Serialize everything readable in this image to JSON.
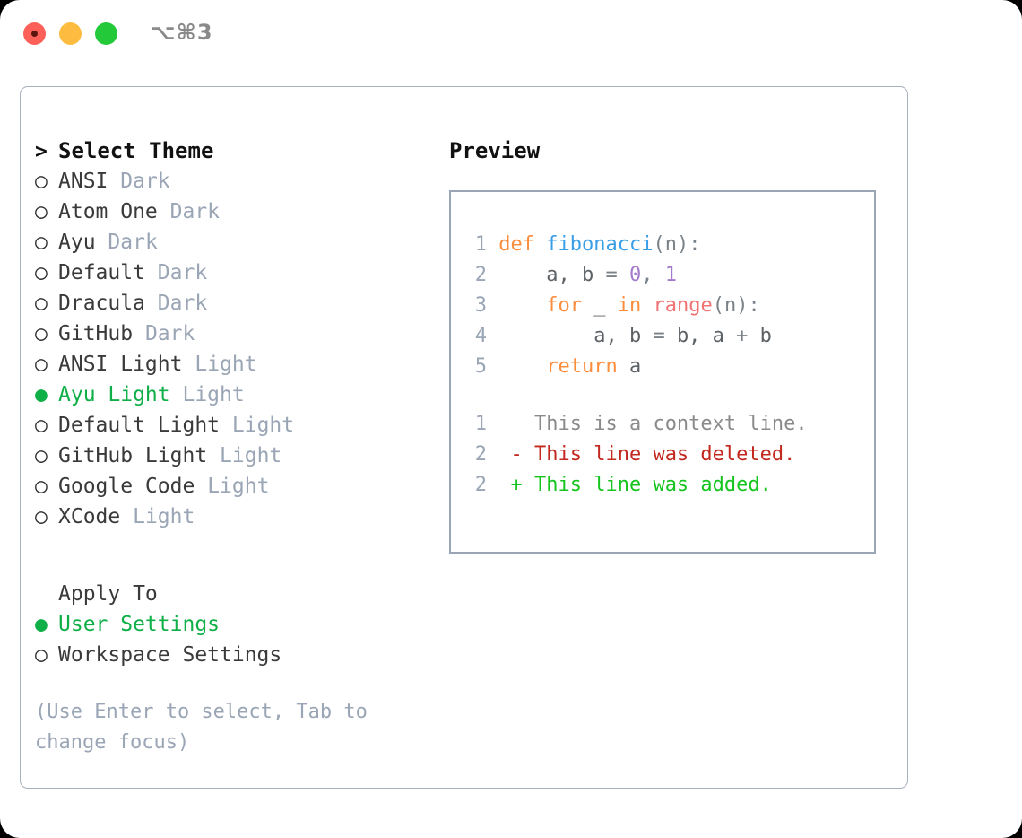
{
  "titlebar": {
    "shortcut": "⌥⌘3",
    "buttons": [
      {
        "name": "close",
        "color": "#FC6058"
      },
      {
        "name": "minimize",
        "color": "#FDBC40"
      },
      {
        "name": "maximize",
        "color": "#23C939"
      }
    ]
  },
  "theme_section": {
    "heading": "Select Theme",
    "heading_marker": ">",
    "items": [
      {
        "marker": "○",
        "name": "ANSI",
        "variant": "Dark",
        "selected": false
      },
      {
        "marker": "○",
        "name": "Atom One",
        "variant": "Dark",
        "selected": false
      },
      {
        "marker": "○",
        "name": "Ayu",
        "variant": "Dark",
        "selected": false
      },
      {
        "marker": "○",
        "name": "Default",
        "variant": "Dark",
        "selected": false
      },
      {
        "marker": "○",
        "name": "Dracula",
        "variant": "Dark",
        "selected": false
      },
      {
        "marker": "○",
        "name": "GitHub",
        "variant": "Dark",
        "selected": false
      },
      {
        "marker": "○",
        "name": "ANSI Light",
        "variant": "Light",
        "selected": false
      },
      {
        "marker": "●",
        "name": "Ayu Light",
        "variant": "Light",
        "selected": true
      },
      {
        "marker": "○",
        "name": "Default Light",
        "variant": "Light",
        "selected": false
      },
      {
        "marker": "○",
        "name": "GitHub Light",
        "variant": "Light",
        "selected": false
      },
      {
        "marker": "○",
        "name": "Google Code",
        "variant": "Light",
        "selected": false
      },
      {
        "marker": "○",
        "name": "XCode",
        "variant": "Light",
        "selected": false
      }
    ]
  },
  "apply_section": {
    "heading": "Apply To",
    "items": [
      {
        "marker": "●",
        "name": "User Settings",
        "selected": true
      },
      {
        "marker": "○",
        "name": "Workspace Settings",
        "selected": false
      }
    ]
  },
  "hint": "(Use Enter to select, Tab to change focus)",
  "preview": {
    "title": "Preview",
    "code_lines": [
      {
        "lineno": "1",
        "tokens": [
          {
            "text": "def ",
            "type": "kw"
          },
          {
            "text": "fibonacci",
            "type": "fn"
          },
          {
            "text": "(n):",
            "type": "punct"
          }
        ]
      },
      {
        "lineno": "2",
        "tokens": [
          {
            "text": "    a, b ",
            "type": "var"
          },
          {
            "text": "= ",
            "type": "punct"
          },
          {
            "text": "0",
            "type": "num"
          },
          {
            "text": ", ",
            "type": "punct"
          },
          {
            "text": "1",
            "type": "num"
          }
        ]
      },
      {
        "lineno": "3",
        "tokens": [
          {
            "text": "    ",
            "type": "var"
          },
          {
            "text": "for ",
            "type": "kw"
          },
          {
            "text": "_ ",
            "type": "var"
          },
          {
            "text": "in ",
            "type": "kw"
          },
          {
            "text": "range",
            "type": "builtin"
          },
          {
            "text": "(n):",
            "type": "punct"
          }
        ]
      },
      {
        "lineno": "4",
        "tokens": [
          {
            "text": "        a, b ",
            "type": "var"
          },
          {
            "text": "= ",
            "type": "punct"
          },
          {
            "text": "b, a ",
            "type": "var"
          },
          {
            "text": "+ ",
            "type": "punct"
          },
          {
            "text": "b",
            "type": "var"
          }
        ]
      },
      {
        "lineno": "5",
        "tokens": [
          {
            "text": "    ",
            "type": "var"
          },
          {
            "text": "return ",
            "type": "kw"
          },
          {
            "text": "a",
            "type": "var"
          }
        ]
      }
    ],
    "diff_lines": [
      {
        "lineno": "1",
        "sign": " ",
        "text": " This is a context line.",
        "kind": "ctx"
      },
      {
        "lineno": "2",
        "sign": "-",
        "text": " This line was deleted.",
        "kind": "del"
      },
      {
        "lineno": "2",
        "sign": "+",
        "text": " This line was added.",
        "kind": "add"
      }
    ]
  },
  "colors": {
    "accent_green": "#0FAF48",
    "muted": "#9AA5B5",
    "keyword": "#FA8D3E",
    "function": "#399EE6",
    "number": "#A37ACC",
    "builtin": "#F07171",
    "diff_delete": "#C2281E",
    "diff_add": "#16C41F",
    "border": "#A8B0BD"
  }
}
